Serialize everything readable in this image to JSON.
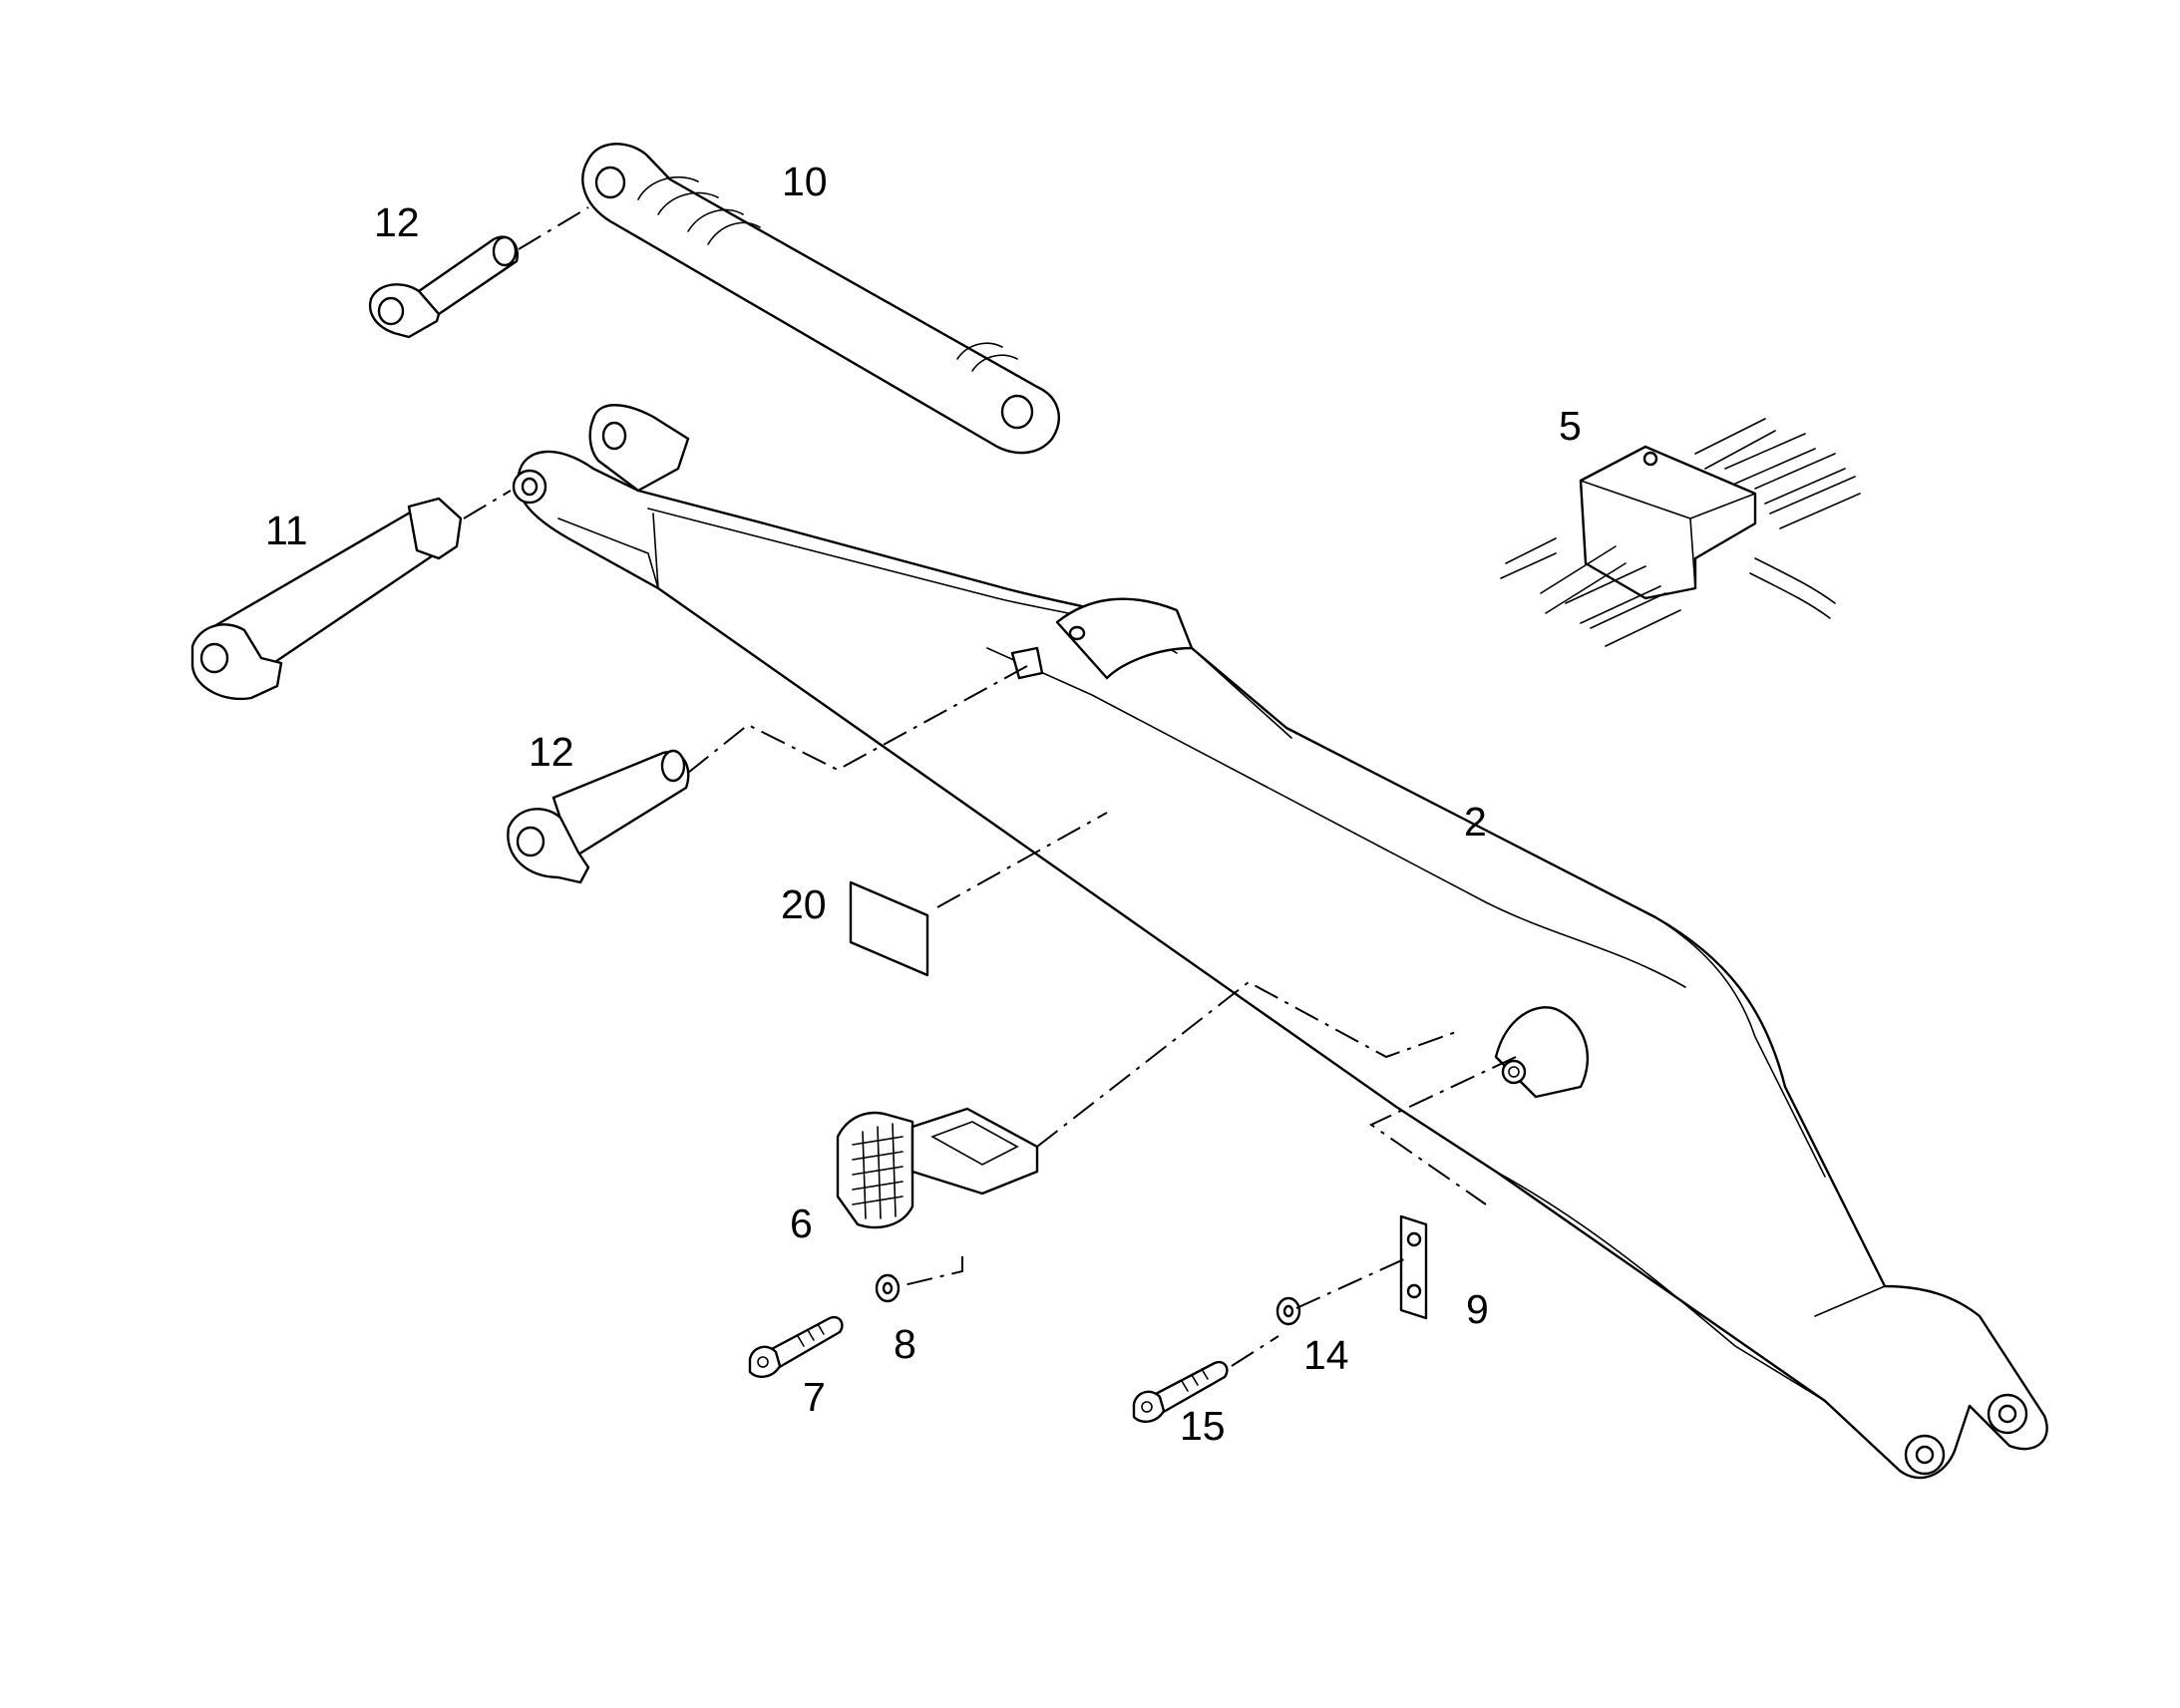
{
  "diagram": {
    "callouts": {
      "c2": "2",
      "c5": "5",
      "c6": "6",
      "c7": "7",
      "c8": "8",
      "c9": "9",
      "c10": "10",
      "c11": "11",
      "c12a": "12",
      "c12b": "12",
      "c14": "14",
      "c15": "15",
      "c20": "20"
    }
  }
}
